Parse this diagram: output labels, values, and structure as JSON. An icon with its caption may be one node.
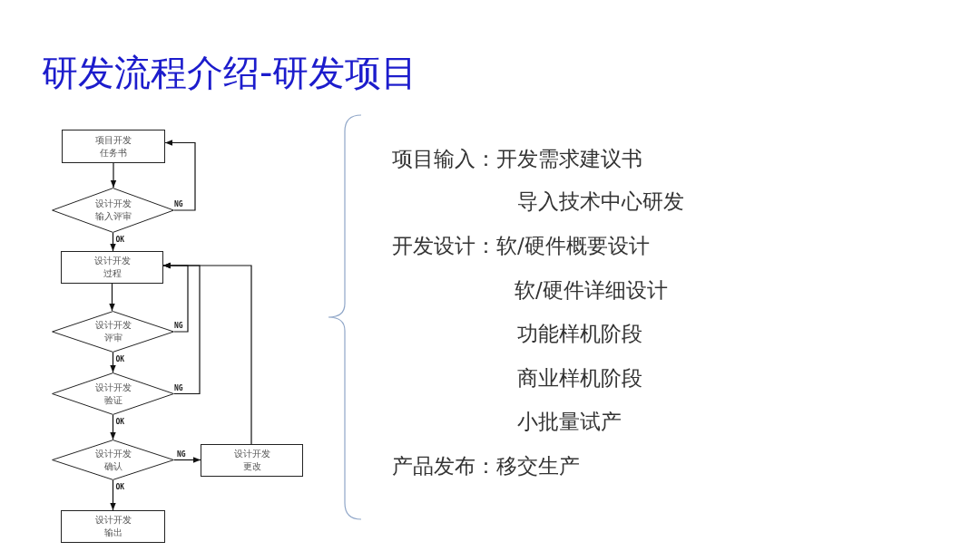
{
  "diagram": {
    "title": "研发流程介绍-研发项目",
    "nodes": [
      {
        "text": [
          "项目开发任务书"
        ]
      },
      {
        "text": [
          "设计开发输入评审"
        ]
      },
      {
        "text": [
          "设计开发过程"
        ]
      },
      {
        "text": [
          "设计开发评审"
        ]
      },
      {
        "text": [
          "设计开发验证"
        ]
      },
      {
        "text": [
          "设计开发确认"
        ]
      },
      {
        "text": [
          "设计开发更改"
        ]
      },
      {
        "text": [
          "设计开发输出"
        ]
      }
    ],
    "edges": [
      {
        "from": 0,
        "to": 1,
        "arrow": "to"
      },
      {
        "from": 1,
        "to": 0,
        "arrow": "to",
        "label": "NG"
      },
      {
        "from": 1,
        "to": 2,
        "arrow": "to",
        "label": "OK"
      },
      {
        "from": 2,
        "to": 3,
        "arrow": "to"
      },
      {
        "from": 3,
        "to": 2,
        "arrow": "to",
        "label": "NG"
      },
      {
        "from": 3,
        "to": 4,
        "arrow": "to",
        "label": "OK"
      },
      {
        "from": 4,
        "to": 2,
        "arrow": "to",
        "label": "NG"
      },
      {
        "from": 4,
        "to": 5,
        "arrow": "to",
        "label": "OK"
      },
      {
        "from": 5,
        "to": 6,
        "arrow": "to",
        "label": "NG"
      },
      {
        "from": 6,
        "to": 2,
        "arrow": "to"
      },
      {
        "from": 5,
        "to": 7,
        "arrow": "to",
        "label": "OK"
      }
    ],
    "labels": [
      "项目输入：开发需求建议书",
      "导入技术中心研发",
      "开发设计：软/硬件概要设计",
      "软/硬件详细设计",
      "功能样机阶段",
      "商业样机阶段",
      "小批量试产",
      "产品发布：移交生产"
    ]
  }
}
